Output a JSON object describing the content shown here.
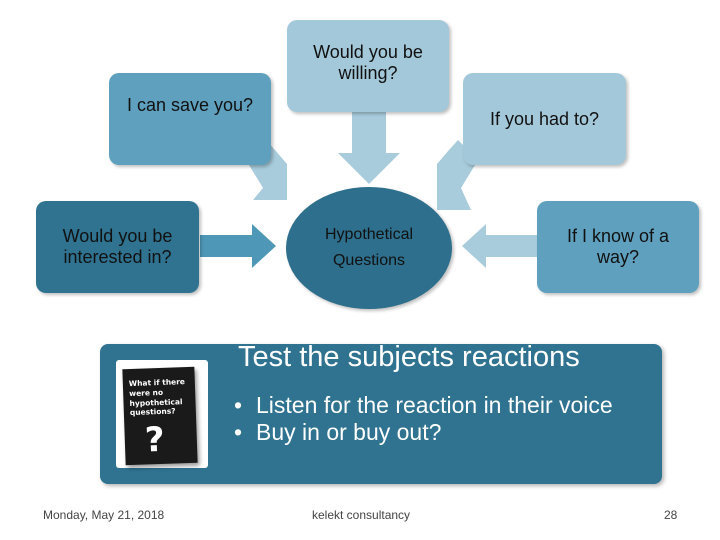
{
  "diagram": {
    "center": {
      "line1": "Hypothetical",
      "line2": "Questions"
    },
    "boxes": {
      "top": "Would you be willing?",
      "upper_left": "I can save you?",
      "upper_right": "If you had to?",
      "left": "Would you be interested in?",
      "right": "If I know of a way?"
    }
  },
  "panel": {
    "title": "Test the subjects reactions",
    "bullets": [
      "Listen for the reaction in their voice",
      "Buy in or buy out?"
    ],
    "image_text": "What if there were no hypothetical questions?",
    "image_mark": "?"
  },
  "footer": {
    "date": "Monday, May 21, 2018",
    "company": "kelekt consultancy",
    "page": "28"
  },
  "colors": {
    "light_box": "#a3c8d9",
    "medium_box": "#5ea0bd",
    "dark_box": "#2f7391",
    "arrow": "#a8ccdc"
  }
}
